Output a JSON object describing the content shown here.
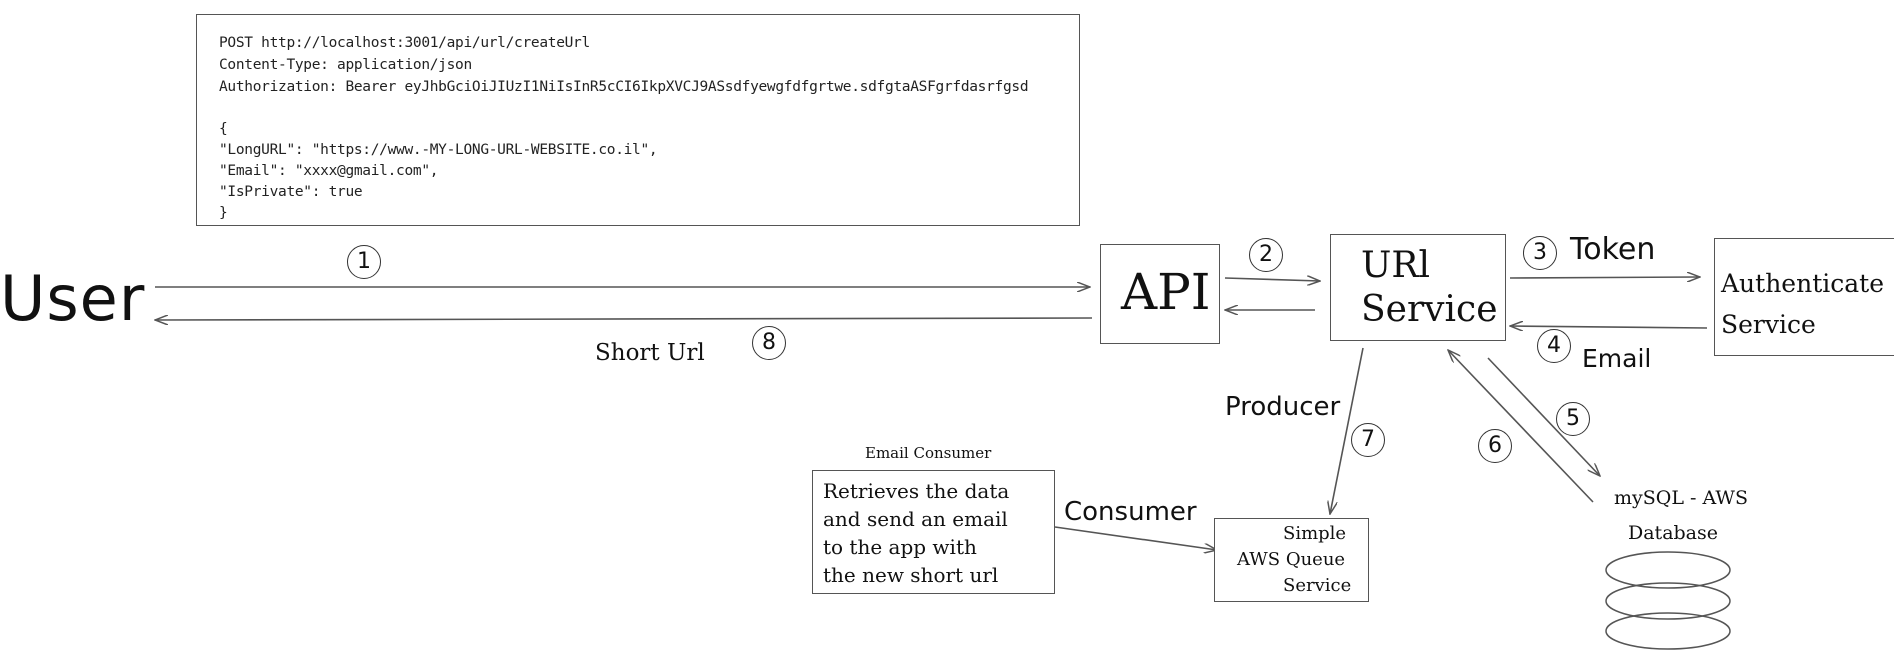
{
  "request": {
    "lines": [
      "POST http://localhost:3001/api/url/createUrl",
      "Content-Type: application/json",
      "Authorization: Bearer eyJhbGciOiJIUzI1NiIsInR5cCI6IkpXVCJ9ASsdfyewgfdfgrtwe.sdfgtaASFgrfdasrfgsd",
      "",
      "{",
      "    \"LongURL\": \"https://www.-MY-LONG-URL-WEBSITE.co.il\",",
      "    \"Email\": \"xxxx@gmail.com\",",
      "    \"IsPrivate\": true",
      "}"
    ]
  },
  "nodes": {
    "user": "User",
    "api": "API",
    "url_service": [
      "URl",
      "Service"
    ],
    "auth_service": [
      "Authenticate",
      "Service"
    ],
    "email_consumer_title": "Email Consumer",
    "email_consumer_body": [
      "Retrieves the data",
      "and send an email",
      "to the app with",
      "the new short url"
    ],
    "sqs": [
      "Simple",
      "AWS Queue",
      "Service"
    ],
    "database": [
      "mySQL - AWS",
      "Database"
    ]
  },
  "labels": {
    "short_url": "Short Url",
    "token": "Token",
    "email": "Email",
    "producer": "Producer",
    "consumer": "Consumer"
  },
  "steps": [
    "1",
    "2",
    "3",
    "4",
    "5",
    "6",
    "7",
    "8"
  ]
}
